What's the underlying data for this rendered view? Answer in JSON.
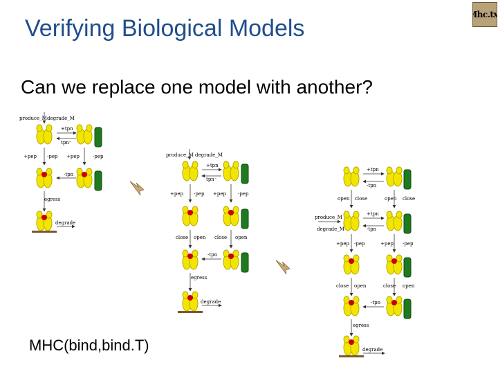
{
  "slide": {
    "title": "Verifying Biological Models",
    "subtitle": "Can we replace one model with another?",
    "footer": "MHC(bind,bind.T)",
    "file_icon_label": "Mhc.txt"
  },
  "colors": {
    "title": "#1f4e8c",
    "molecule": "#f2e600",
    "molecule_outline": "#b8a800",
    "peptide": "#cc0000",
    "tapasin": "#1f7a1f",
    "membrane": "#7a5a2a",
    "arrow": "#c8a878"
  },
  "model1": {
    "labels": [
      "produce_M",
      "degrade_M",
      "+tpn",
      "tpn⁻",
      "+pep",
      "-pep",
      "+pep",
      "-pep",
      "-tpn",
      "egress",
      "degrade"
    ]
  },
  "model2": {
    "labels": [
      "produce_M",
      "degrade_M",
      "+tpn",
      "tpn⁻",
      "+pep",
      "-pep",
      "+pep",
      "-pep",
      "close",
      "open",
      "close",
      "open",
      "-tpn",
      "egress",
      "degrade"
    ]
  },
  "model3": {
    "labels": [
      "+tpn",
      "-tpn",
      "open",
      "close",
      "open",
      "close",
      "produce_M",
      "degrade_M",
      "+tpn",
      "-tpn",
      "+pep",
      "-pep",
      "+pep",
      "-pep",
      "close",
      "open",
      "close",
      "open",
      "-tpn",
      "egress",
      "degrade"
    ]
  }
}
